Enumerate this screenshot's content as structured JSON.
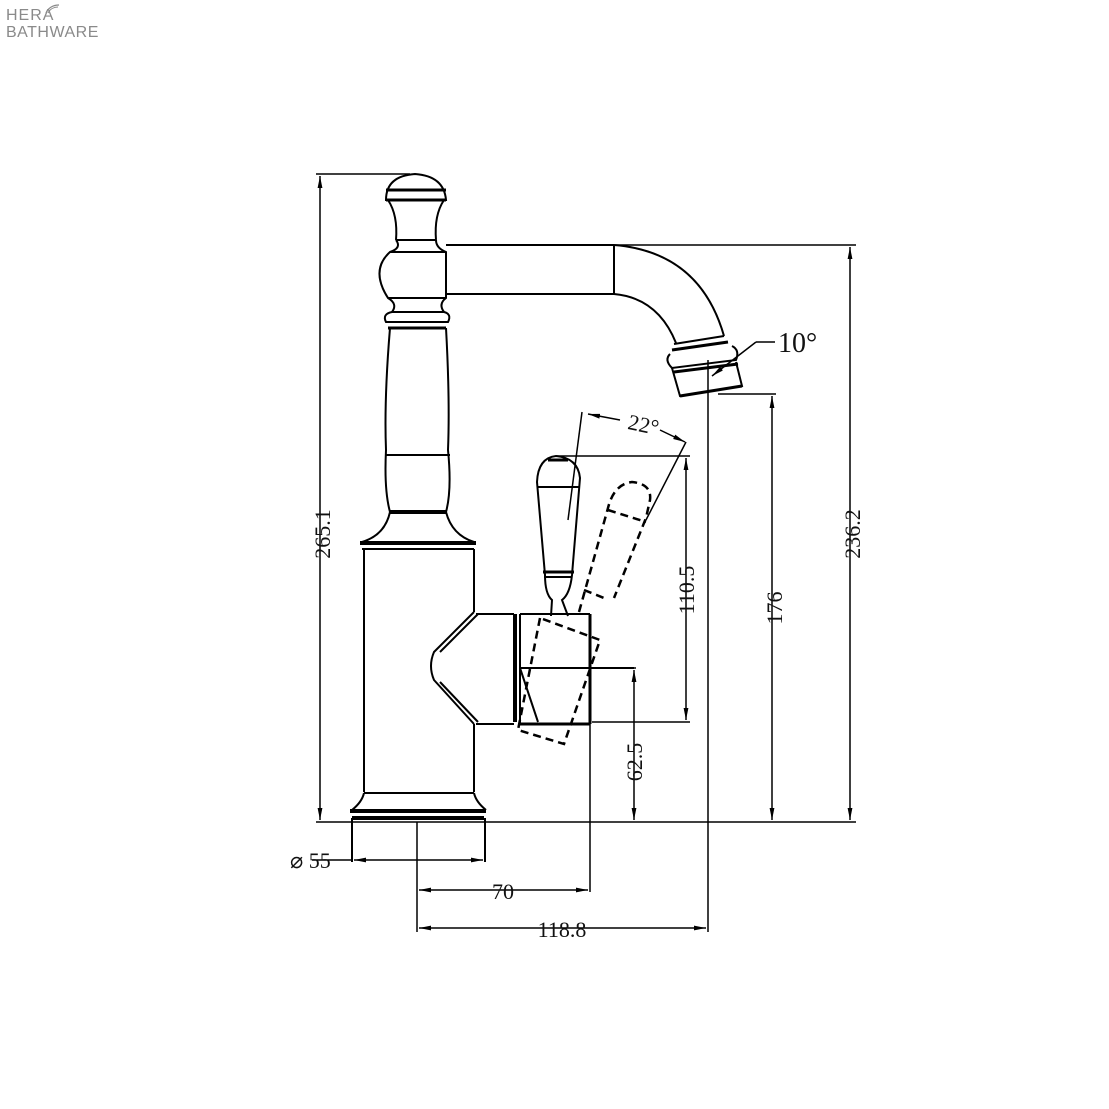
{
  "logo": {
    "line1": "HERA",
    "line2": "BATHWARE",
    "color": "#8a8a8a"
  },
  "drawing": {
    "title": "Mixer tap technical drawing (side elevation)",
    "line_color": "#000000",
    "dimensions": {
      "overall_height": "265.1",
      "spout_height": "236.2",
      "spout_outlet_height": "176",
      "handle_height": "110.5",
      "handle_centre_height": "62.5",
      "base_diameter": "⌀ 55",
      "handle_projection": "70",
      "spout_reach": "118.8",
      "handle_swing_angle": "22°",
      "aerator_angle": "10°"
    }
  }
}
